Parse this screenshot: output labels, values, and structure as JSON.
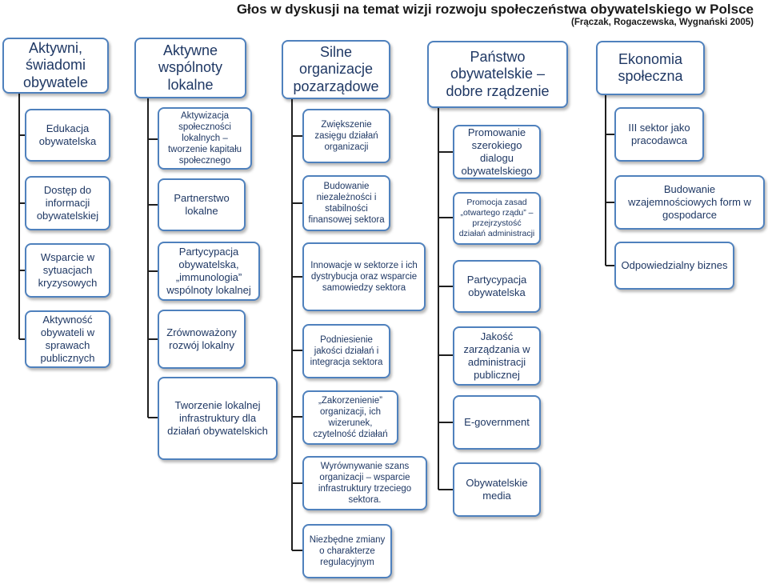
{
  "title": "Głos w dyskusji na temat wizji rozwoju społeczeństwa obywatelskiego w Polsce",
  "subtitle": "(Frączak, Rogaczewska, Wygnański 2005)",
  "columns": [
    {
      "header": "Aktywni, świadomi obywatele",
      "items": [
        "Edukacja obywatelska",
        "Dostęp do informacji obywatelskiej",
        "Wsparcie w sytuacjach kryzysowych",
        "Aktywność obywateli w sprawach publicznych"
      ]
    },
    {
      "header": "Aktywne wspólnoty lokalne",
      "items": [
        "Aktywizacja społeczności lokalnych – tworzenie kapitału społecznego",
        "Partnerstwo lokalne",
        "Partycypacja obywatelska, „immunologia” wspólnoty lokalnej",
        "Zrównoważony rozwój lokalny",
        "Tworzenie lokalnej infrastruktury dla działań obywatelskich"
      ]
    },
    {
      "header": "Silne organizacje pozarządowe",
      "items": [
        "Zwiększenie zasięgu działań organizacji",
        "Budowanie niezależności i stabilności finansowej sektora",
        "Innowacje w sektorze i ich dystrybucja oraz wsparcie samowiedzy sektora",
        "Podniesienie jakości działań i integracja sektora",
        "„Zakorzenienie” organizacji, ich wizerunek, czytelność działań",
        "Wyrównywanie szans organizacji – wsparcie infrastruktury trzeciego sektora.",
        "Niezbędne zmiany o charakterze regulacyjnym"
      ]
    },
    {
      "header": "Państwo obywatelskie – dobre rządzenie",
      "items": [
        "Promowanie szerokiego dialogu obywatelskiego",
        "Promocja zasad „otwartego rządu” – przejrzystość działań administracji",
        "Partycypacja obywatelska",
        "Jakość zarządzania w administracji publicznej",
        "E-government",
        "Obywatelskie media"
      ]
    },
    {
      "header": "Ekonomia społeczna",
      "items": [
        "III sektor jako pracodawca",
        "Budowanie wzajemnościowych form w gospodarce",
        "Odpowiedzialny biznes"
      ]
    }
  ]
}
